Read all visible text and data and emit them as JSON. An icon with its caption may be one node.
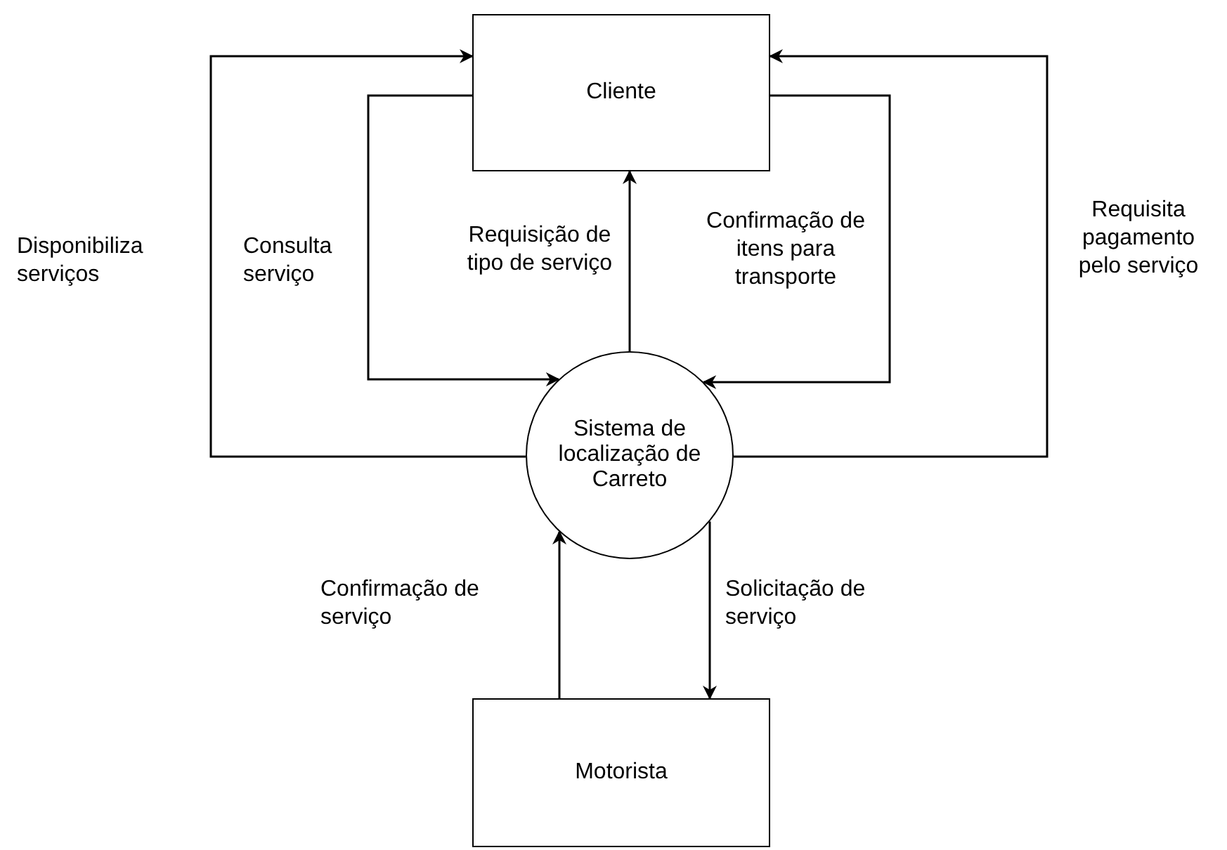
{
  "diagram": {
    "nodes": [
      {
        "text": [
          "Cliente"
        ]
      },
      {
        "text": [
          "Sistema de localização de Carreto"
        ]
      },
      {
        "text": [
          "Motorista"
        ]
      }
    ],
    "edges": [
      {
        "from": 1,
        "to": 0,
        "arrow": "to",
        "label": "Disponibiliza serviços"
      },
      {
        "from": 0,
        "to": 1,
        "arrow": "to",
        "label": "Consulta serviço"
      },
      {
        "from": 1,
        "to": 0,
        "arrow": "to",
        "label": "Requisição de tipo de serviço"
      },
      {
        "from": 0,
        "to": 1,
        "arrow": "to",
        "label": "Confirmação de itens para transporte"
      },
      {
        "from": 1,
        "to": 0,
        "arrow": "to",
        "label": "Requisita pagamento pelo serviço"
      },
      {
        "from": 2,
        "to": 1,
        "arrow": "to",
        "label": "Confirmação de serviço"
      },
      {
        "from": 1,
        "to": 2,
        "arrow": "to",
        "label": "Solicitação de serviço"
      }
    ]
  }
}
